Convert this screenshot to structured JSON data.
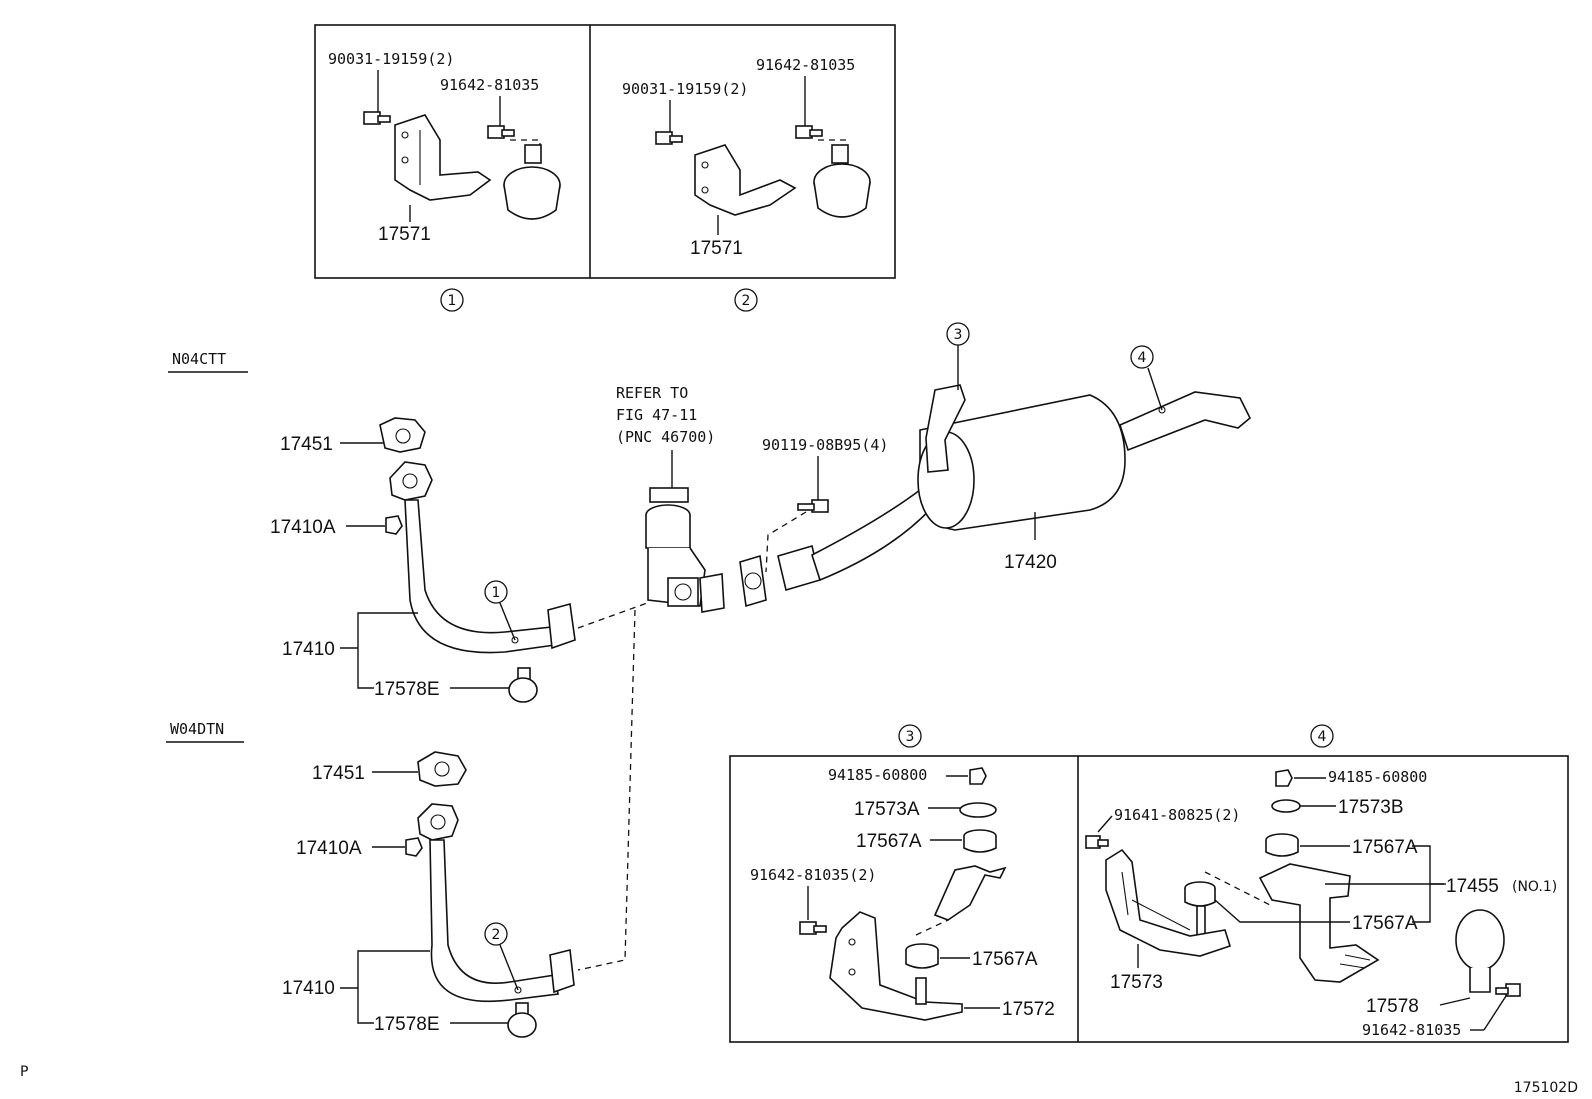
{
  "engines": {
    "top": "N04CTT",
    "bottom": "W04DTN"
  },
  "marks": {
    "m1": "1",
    "m2": "2",
    "m3": "3",
    "m4": "4"
  },
  "box1": {
    "bolt": "90031-19159(2)",
    "bolt2": "91642-81035",
    "bracket": "17571"
  },
  "box2": {
    "bolt": "90031-19159(2)",
    "bolt2": "91642-81035",
    "bracket": "17571"
  },
  "upper": {
    "gasket": "17451",
    "nut": "17410A",
    "pipe": "17410",
    "clamp": "17578E"
  },
  "lower": {
    "gasket": "17451",
    "nut": "17410A",
    "pipe": "17410",
    "clamp": "17578E"
  },
  "refer": {
    "line1": "REFER TO",
    "line2": "FIG 47-11",
    "line3": "(PNC 46700)"
  },
  "muffler": {
    "bolt": "90119-08B95(4)",
    "part": "17420"
  },
  "box3": {
    "nut": "94185-60800",
    "washer": "17573A",
    "cush_top": "17567A",
    "bolt": "91642-81035(2)",
    "cush_bot": "17567A",
    "bracket": "17572"
  },
  "box4": {
    "nut": "94185-60800",
    "washer": "17573B",
    "bolt": "91641-80825(2)",
    "cush_top": "17567A",
    "support": "17455",
    "support_note": "(NO.1)",
    "cush_bot": "17567A",
    "bracket": "17573",
    "clamp": "17578",
    "bolt2": "91642-81035"
  },
  "footer": {
    "left": "P",
    "code": "175102D"
  }
}
